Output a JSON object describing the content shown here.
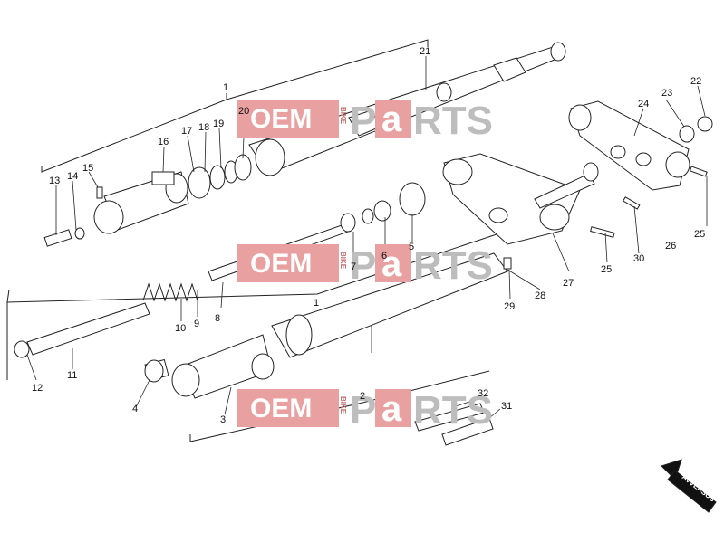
{
  "watermark": {
    "oem": "OEM",
    "bike": "BIKE",
    "p": "P",
    "a": "a",
    "rts": "RTS"
  },
  "arrow_label": "AVVERSUS",
  "callouts": [
    "1",
    "21",
    "23",
    "22",
    "24",
    "20",
    "18",
    "19",
    "17",
    "16",
    "15",
    "14",
    "13",
    "7",
    "6",
    "5",
    "25",
    "30",
    "26",
    "25",
    "27",
    "28",
    "29",
    "10",
    "9",
    "8",
    "11",
    "12",
    "1",
    "2",
    "4",
    "3",
    "32",
    "31"
  ]
}
